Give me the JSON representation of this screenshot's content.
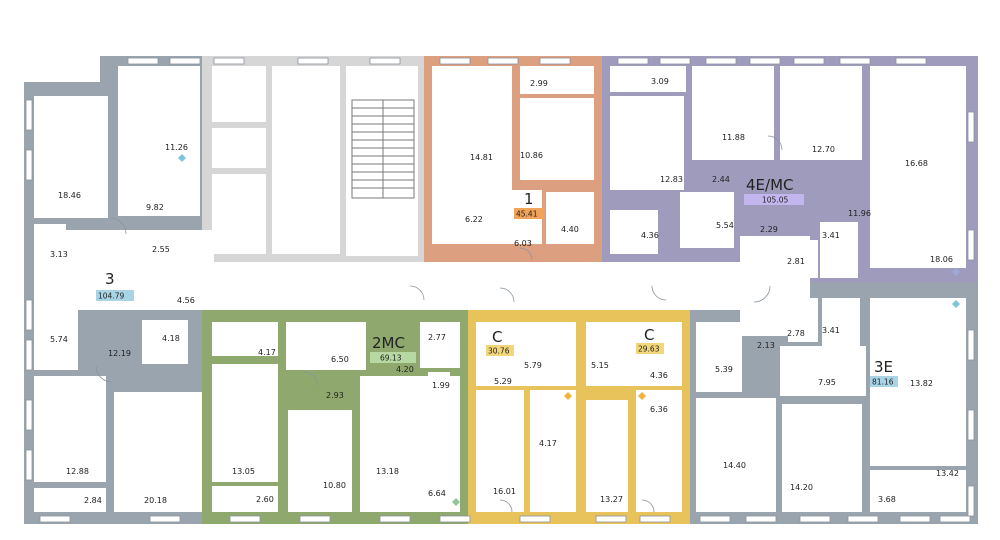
{
  "colors": {
    "wall": "#9aa4ae",
    "stair_zone": "#d6d6d6",
    "unit_1": "#dc9f80",
    "unit_4e_mc": "#9e9bbd",
    "unit_2mc": "#8ea86e",
    "unit_c_left": "#e8c25a",
    "unit_c_right": "#e8c25a",
    "badge_blue": "#a8d4e6",
    "badge_orange": "#f1a35a",
    "badge_green": "#b6d8a3",
    "badge_purple": "#c3b6ef",
    "badge_yellow": "#f2d77a"
  },
  "units": [
    {
      "id": "u3",
      "label": "3",
      "area": "104.79",
      "badge": "badge_blue"
    },
    {
      "id": "u1",
      "label": "1",
      "area": "45.41",
      "badge": "badge_orange"
    },
    {
      "id": "u4e",
      "label": "4E/MC",
      "area": "105.05",
      "badge": "badge_purple"
    },
    {
      "id": "u2mc",
      "label": "2MC",
      "area": "69.13",
      "badge": "badge_green"
    },
    {
      "id": "uc1",
      "label": "C",
      "area": "30.76",
      "badge": "badge_yellow"
    },
    {
      "id": "uc2",
      "label": "C",
      "area": "29.63",
      "badge": "badge_yellow"
    },
    {
      "id": "u3e",
      "label": "3E",
      "area": "81.16",
      "badge": "badge_blue"
    }
  ],
  "room_areas": [
    "18.46",
    "11.26",
    "9.82",
    "3.13",
    "2.55",
    "4.56",
    "5.74",
    "4.18",
    "12.19",
    "12.88",
    "2.84",
    "20.18",
    "14.81",
    "2.99",
    "10.86",
    "6.22",
    "6.03",
    "4.40",
    "3.09",
    "11.88",
    "12.70",
    "16.68",
    "12.83",
    "2.44",
    "4.36",
    "5.54",
    "2.29",
    "11.96",
    "3.41",
    "18.06",
    "2.81",
    "2.78",
    "3.41",
    "2.13",
    "4.17",
    "6.50",
    "2.77",
    "4.20",
    "2.93",
    "1.99",
    "13.05",
    "10.80",
    "13.18",
    "2.60",
    "6.64",
    "5.79",
    "5.29",
    "4.17",
    "16.01",
    "5.15",
    "4.36",
    "6.36",
    "13.27",
    "5.39",
    "7.95",
    "13.82",
    "14.40",
    "14.20",
    "13.42",
    "3.68"
  ]
}
